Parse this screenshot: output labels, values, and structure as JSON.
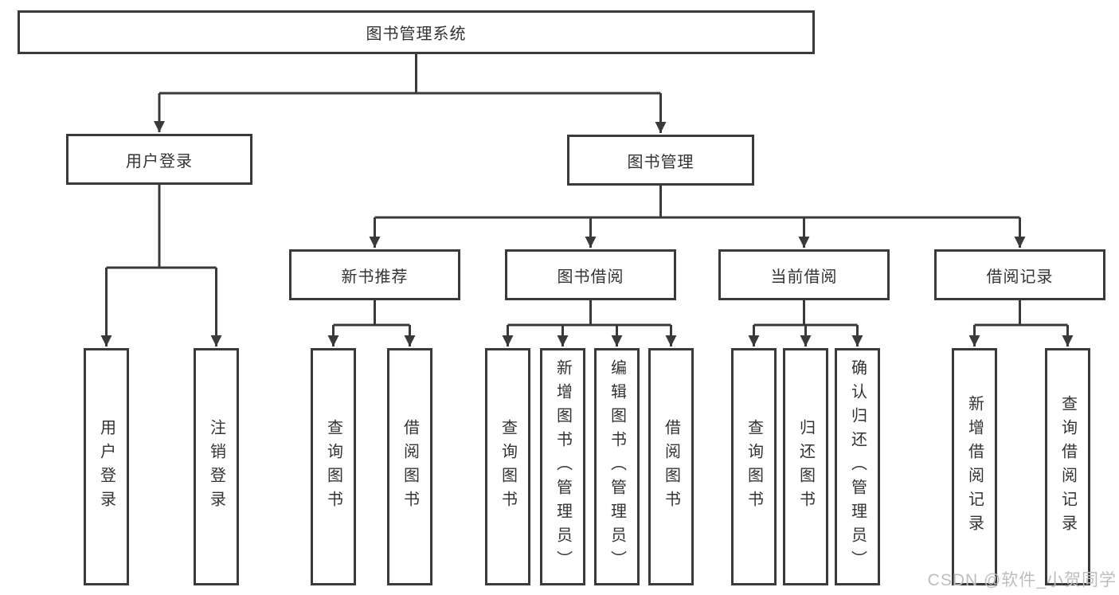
{
  "diagram": {
    "colors": {
      "line": "#3a3a3a",
      "text": "#333333",
      "watermark": "#bdbdbd",
      "background": "#ffffff"
    },
    "nodes": {
      "root": {
        "label": "图书管理系统"
      },
      "user_login": {
        "label": "用户登录",
        "children": {
          "login": {
            "label": "用户登录"
          },
          "logout": {
            "label": "注销登录"
          }
        }
      },
      "book_mgmt": {
        "label": "图书管理",
        "children": {
          "new_books": {
            "label": "新书推荐",
            "children": {
              "query": {
                "label": "查询图书"
              },
              "borrow": {
                "label": "借阅图书"
              }
            }
          },
          "borrowing": {
            "label": "图书借阅",
            "children": {
              "query": {
                "label": "查询图书"
              },
              "add": {
                "label": "新增图书（管理员）"
              },
              "edit": {
                "label": "编辑图书（管理员）"
              },
              "borrow": {
                "label": "借阅图书"
              }
            }
          },
          "current": {
            "label": "当前借阅",
            "children": {
              "query": {
                "label": "查询图书"
              },
              "return": {
                "label": "归还图书"
              },
              "confirm": {
                "label": "确认归还（管理员）"
              }
            }
          },
          "records": {
            "label": "借阅记录",
            "children": {
              "add": {
                "label": "新增借阅记录"
              },
              "query": {
                "label": "查询借阅记录"
              }
            }
          }
        }
      }
    },
    "watermark": {
      "text": "CSDN @软件_小贺同学"
    }
  }
}
